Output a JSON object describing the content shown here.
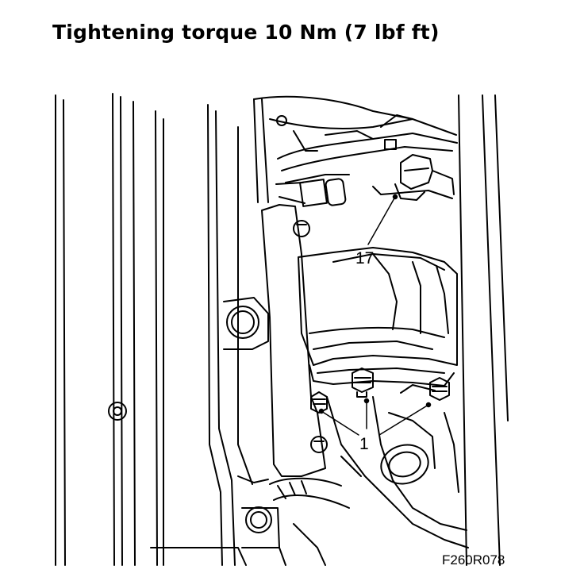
{
  "title": "Tightening torque 10 Nm (7 lbf ft)",
  "callouts": {
    "part_17": "17",
    "part_1": "1"
  },
  "figure_code": "F260R078"
}
